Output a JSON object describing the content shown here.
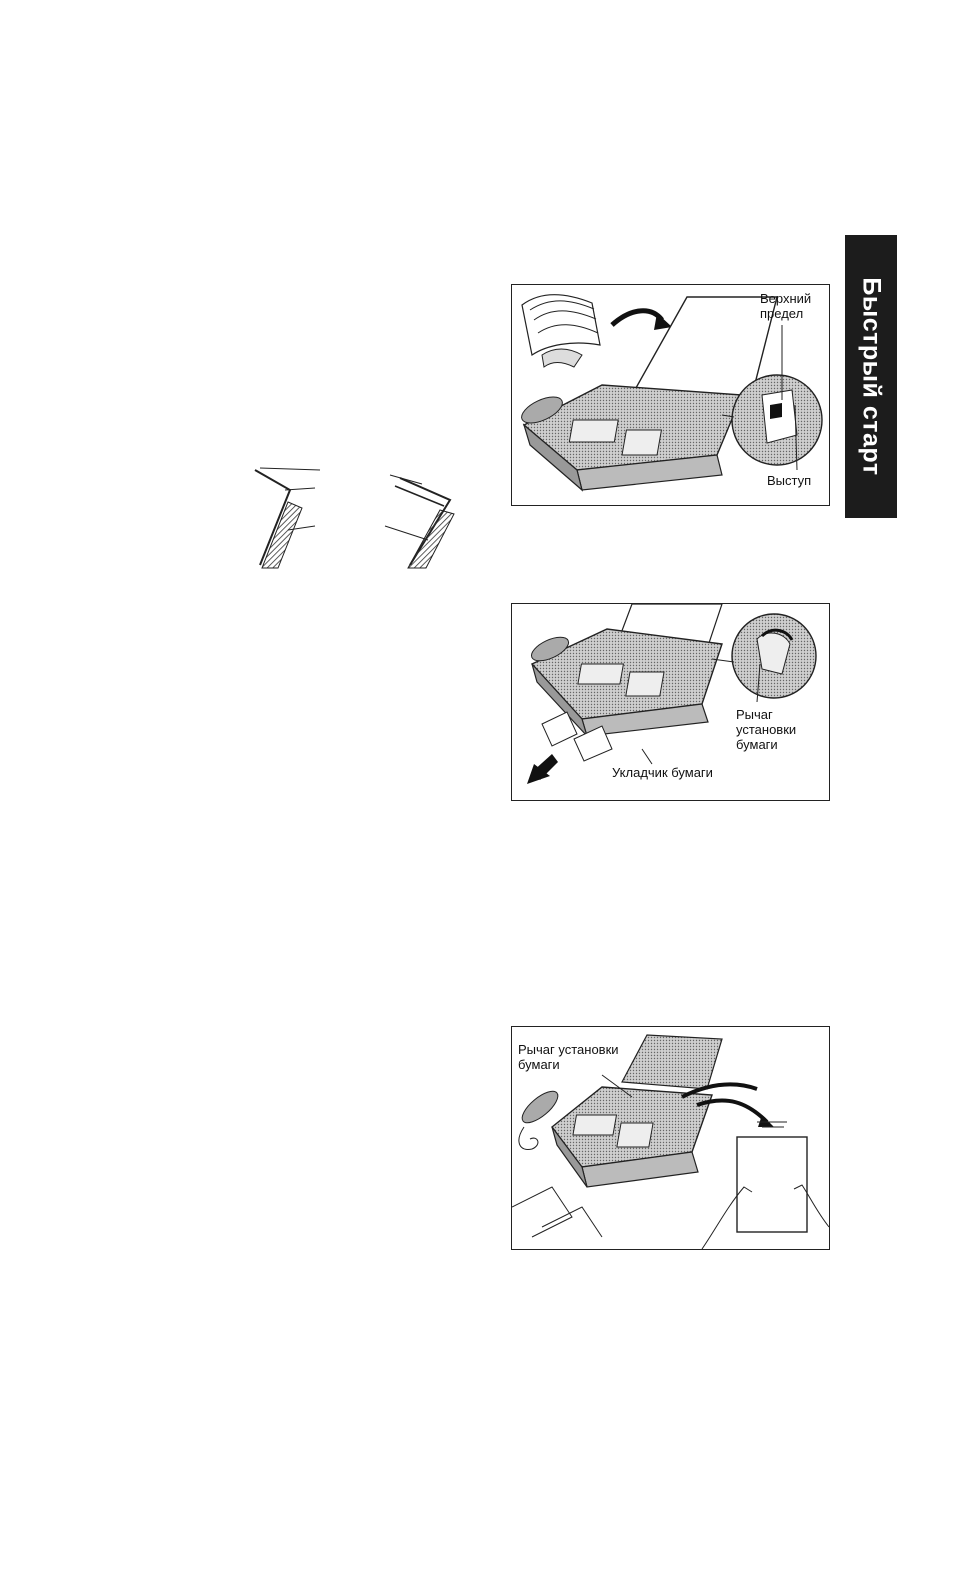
{
  "side_tab": {
    "label": "Быстрый старт"
  },
  "figure1": {
    "upper_limit_line1": "Верхний",
    "upper_limit_line2": "предел",
    "tab_label": "Выступ"
  },
  "figure2": {
    "lever_line1": "Рычаг",
    "lever_line2": "установки",
    "lever_line3": "бумаги",
    "stacker_label": "Укладчик бумаги"
  },
  "figure3": {
    "lever_line1": "Рычаг установки",
    "lever_line2": "бумаги"
  },
  "colors": {
    "ink": "#111111",
    "tab_bg": "#1c1c1c",
    "tab_text": "#ffffff"
  }
}
